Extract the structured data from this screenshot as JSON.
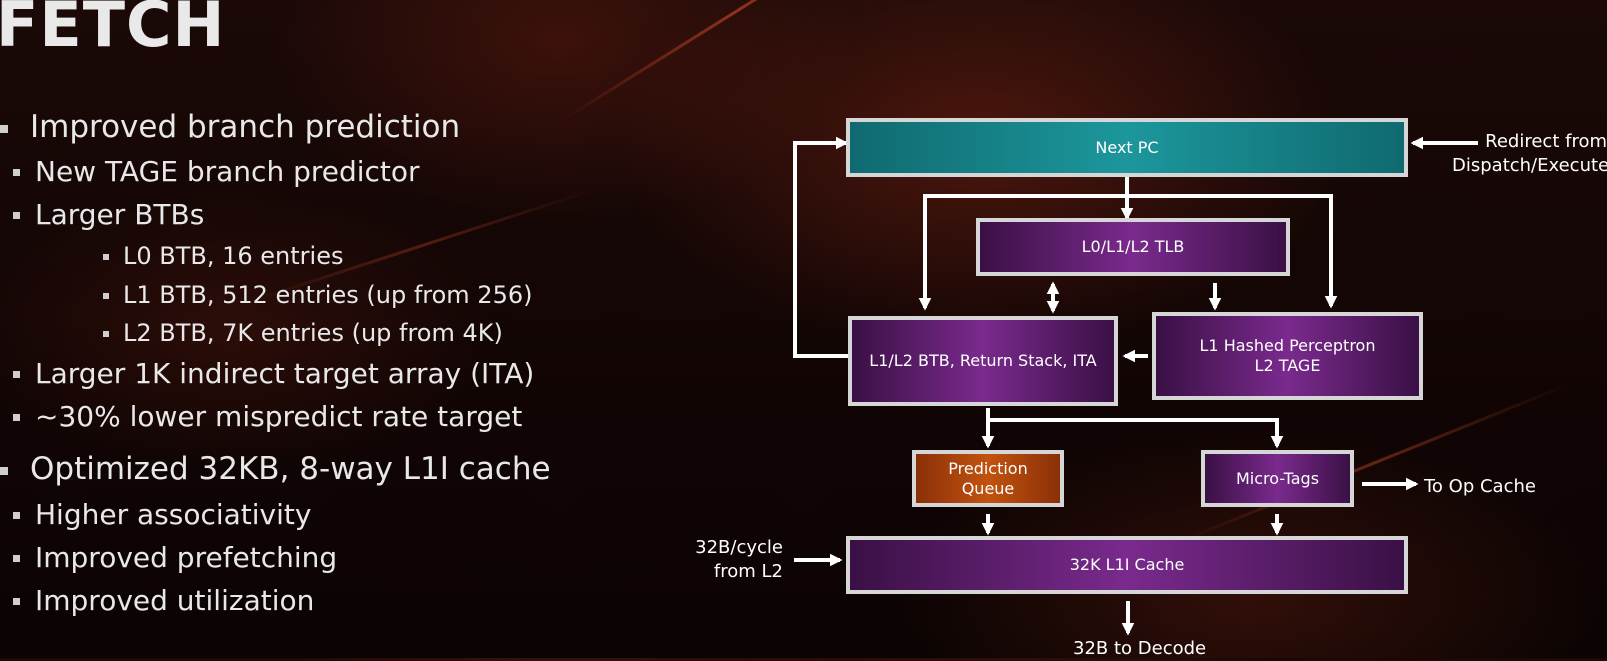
{
  "title": "FETCH",
  "bullets": [
    {
      "level": 1,
      "text": "Improved branch prediction"
    },
    {
      "level": 2,
      "text": "New TAGE branch predictor"
    },
    {
      "level": 2,
      "text": "Larger BTBs"
    },
    {
      "level": 3,
      "text": "L0 BTB, 16 entries"
    },
    {
      "level": 3,
      "text": "L1 BTB, 512 entries (up from 256)"
    },
    {
      "level": 3,
      "text": "L2 BTB, 7K entries (up from 4K)"
    },
    {
      "level": 2,
      "text": "Larger 1K indirect target array (ITA)"
    },
    {
      "level": 2,
      "text": "~30% lower mispredict rate target"
    },
    {
      "level": 1,
      "text": "Optimized 32KB, 8-way L1I cache"
    },
    {
      "level": 2,
      "text": "Higher associativity"
    },
    {
      "level": 2,
      "text": "Improved prefetching"
    },
    {
      "level": 2,
      "text": "Improved utilization"
    }
  ],
  "diagram": {
    "boxes": {
      "next_pc": "Next PC",
      "tlb": "L0/L1/L2 TLB",
      "btb": "L1/L2 BTB, Return Stack, ITA",
      "perceptron_line1": "L1 Hashed Perceptron",
      "perceptron_line2": "L2 TAGE",
      "prediction_queue_line1": "Prediction",
      "prediction_queue_line2": "Queue",
      "micro_tags": "Micro-Tags",
      "l1i_cache": "32K L1I Cache"
    },
    "labels": {
      "redirect_line1": "Redirect from",
      "redirect_line2": "Dispatch/Execute",
      "to_op_cache": "To Op Cache",
      "from_l2_line1": "32B/cycle",
      "from_l2_line2": "from L2",
      "to_decode": "32B to Decode"
    }
  },
  "colors": {
    "teal": "#1c979c",
    "purple": "#7a2a8d",
    "orange": "#c2530f",
    "border": "#d6d6d6"
  }
}
